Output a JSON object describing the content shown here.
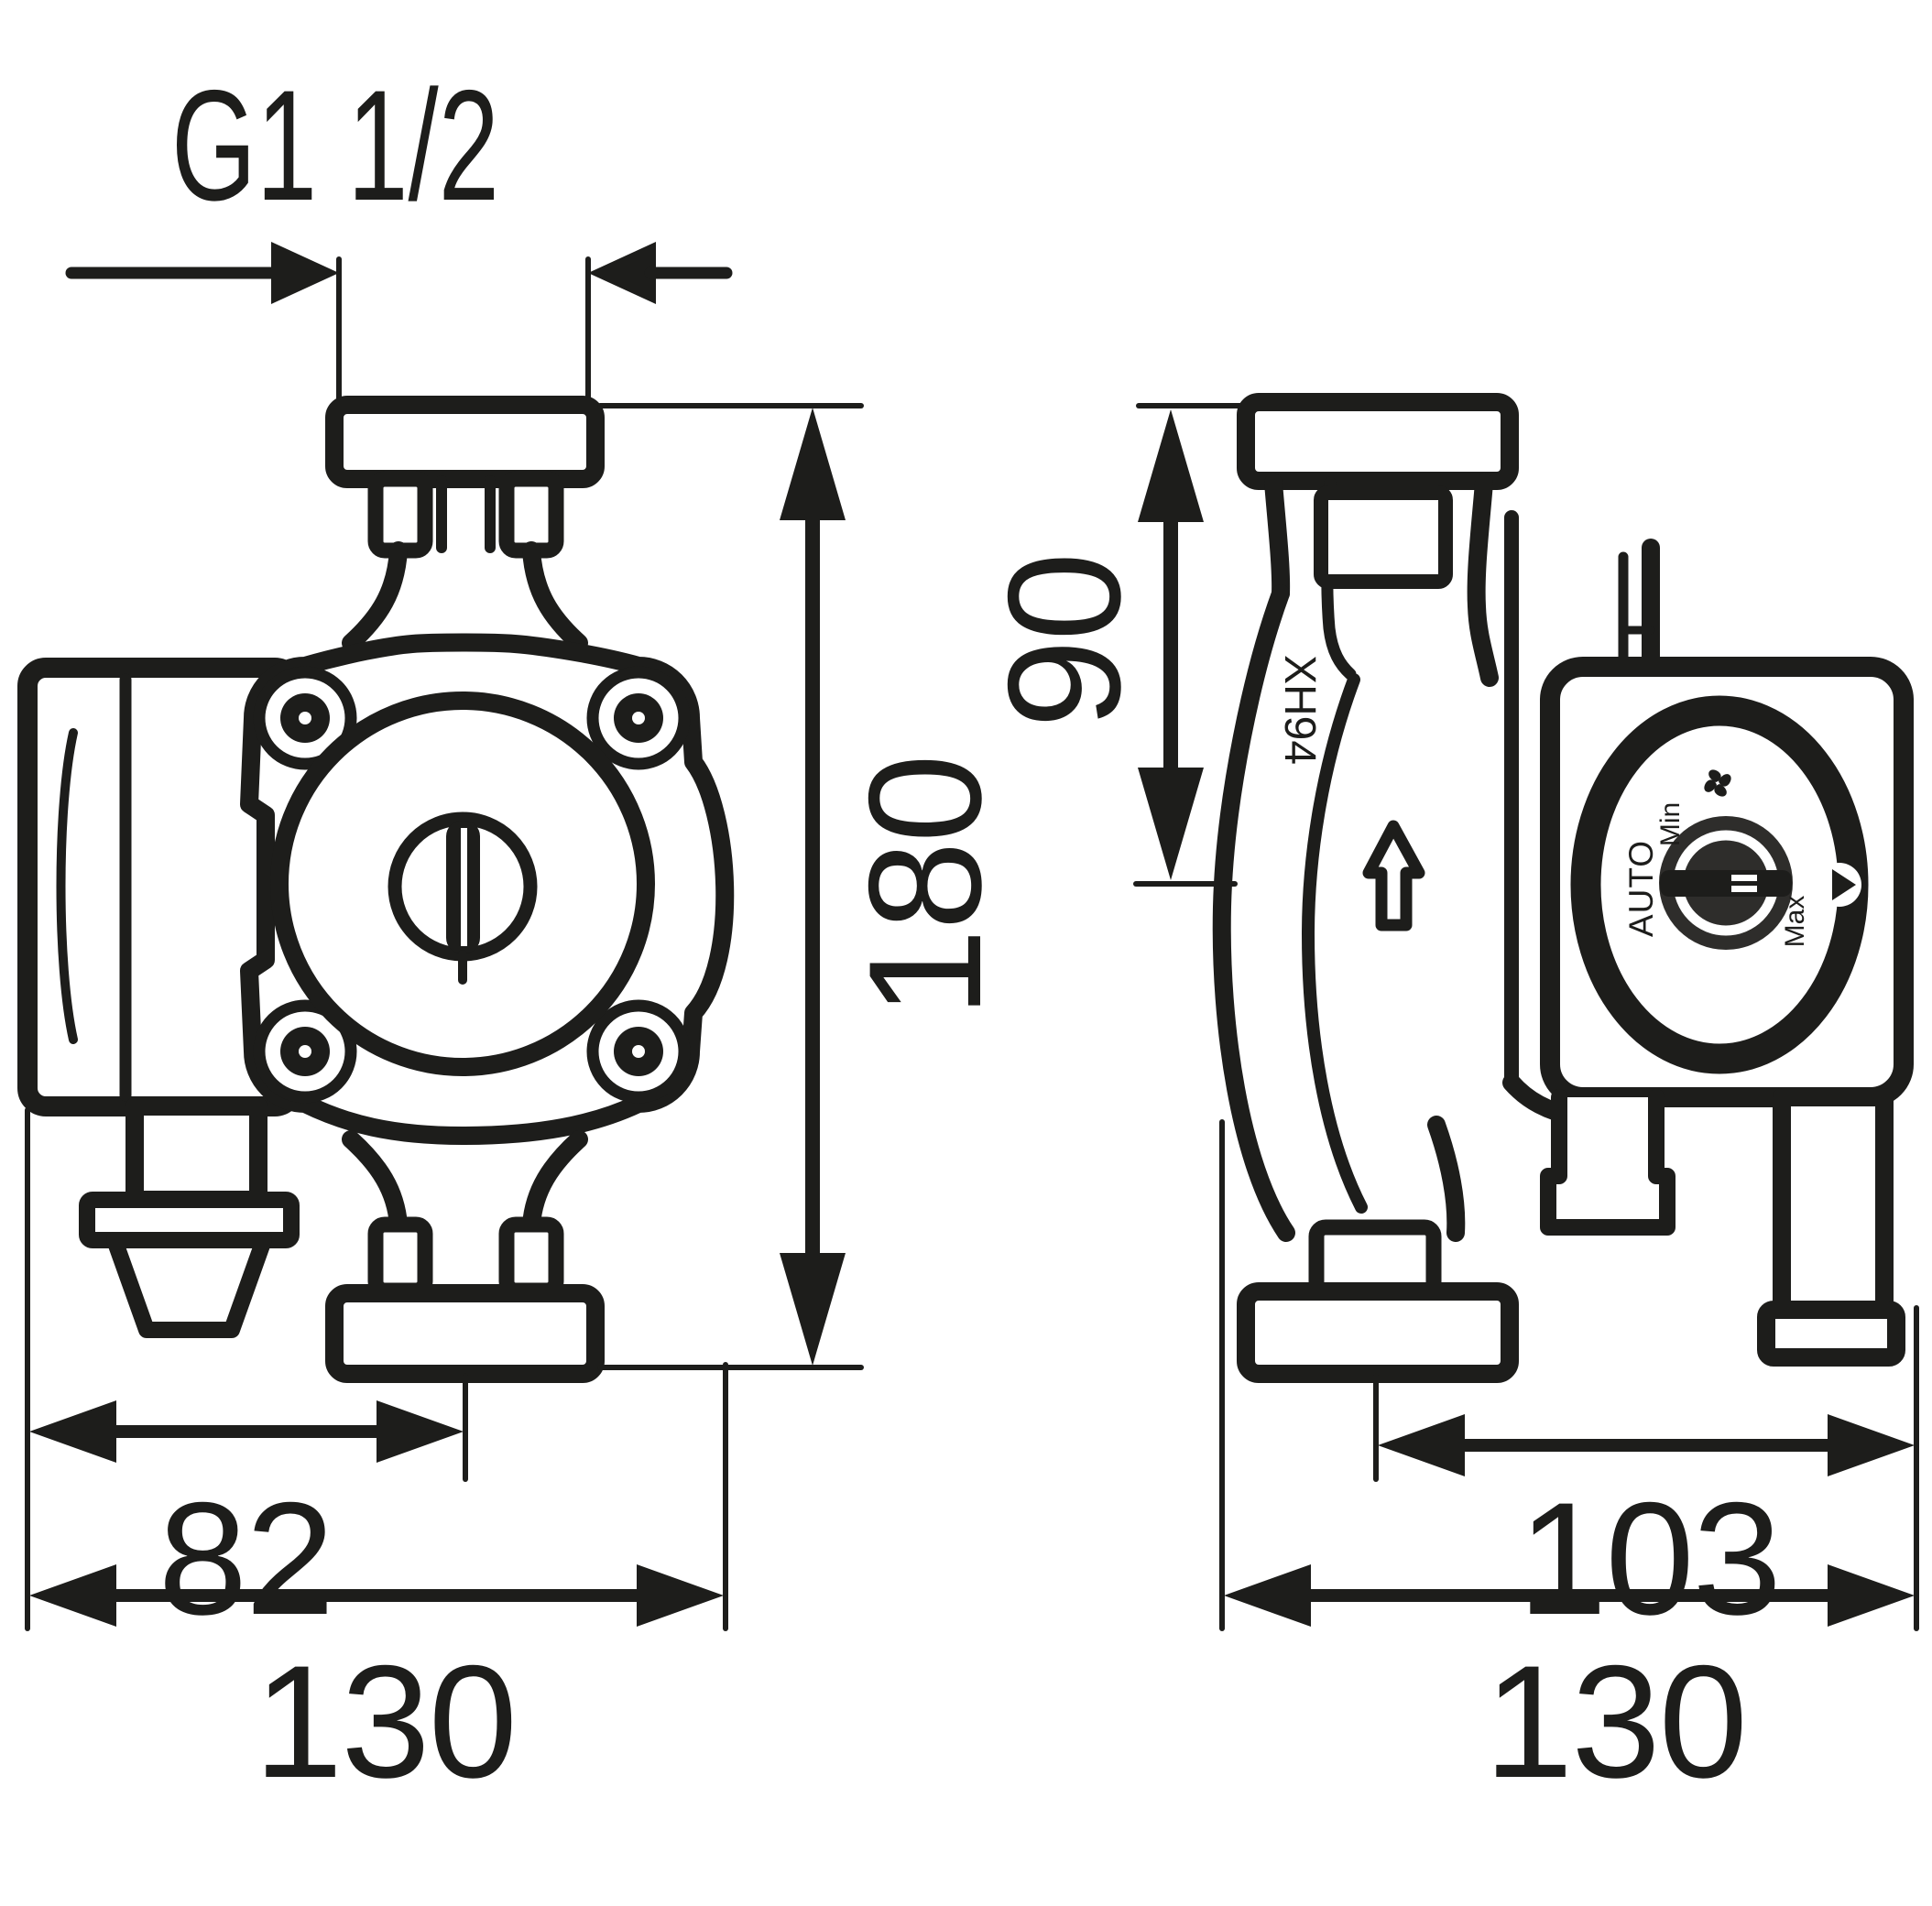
{
  "drawing": {
    "kind": "circulation-pump-dimensional-drawing",
    "colors": {
      "line": "#1d1d1b",
      "background": "#ffffff",
      "knob_recess": "#2e2d2b"
    },
    "front_view": {
      "labels": {
        "thread": "G1 1/2",
        "height": "180",
        "center_offset": "82",
        "overall_width": "130"
      }
    },
    "side_view": {
      "labels": {
        "flange_to_axis": "90",
        "pump_marking": "XH94",
        "axis_to_back": "103",
        "overall_width": "130"
      },
      "control_dial": {
        "mode_auto": "AUTO",
        "mode_min": "Min",
        "mode_max": "Max"
      }
    }
  }
}
